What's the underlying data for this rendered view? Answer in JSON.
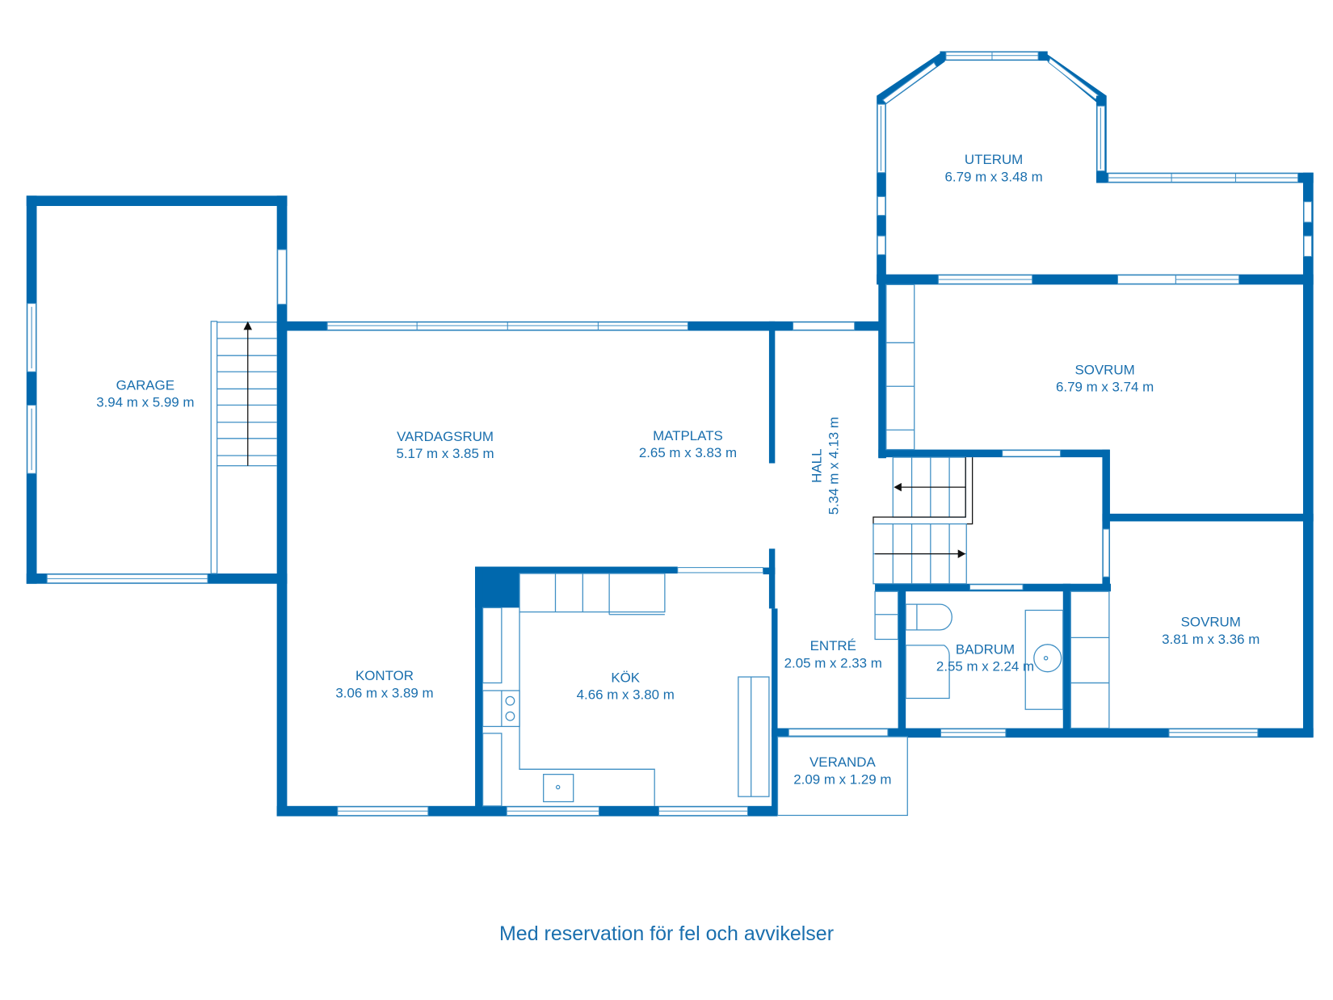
{
  "floorplan": {
    "colors": {
      "wall": "#0068ad",
      "label": "#1a6fae",
      "fixture": "#3f8fc4",
      "background": "#ffffff"
    },
    "rooms": {
      "garage": {
        "name": "GARAGE",
        "dims": "3.94 m x 5.99 m"
      },
      "vardagsrum": {
        "name": "VARDAGSRUM",
        "dims": "5.17 m x 3.85 m"
      },
      "matplats": {
        "name": "MATPLATS",
        "dims": "2.65 m x 3.83 m"
      },
      "hall": {
        "name": "HALL",
        "dims": "5.34 m x 4.13 m"
      },
      "uterum": {
        "name": "UTERUM",
        "dims": "6.79 m x 3.48 m"
      },
      "sovrum1": {
        "name": "SOVRUM",
        "dims": "6.79 m x 3.74 m"
      },
      "sovrum2": {
        "name": "SOVRUM",
        "dims": "3.81 m x 3.36 m"
      },
      "kontor": {
        "name": "KONTOR",
        "dims": "3.06 m x 3.89 m"
      },
      "kok": {
        "name": "KÖK",
        "dims": "4.66 m x 3.80 m"
      },
      "entre": {
        "name": "ENTRÉ",
        "dims": "2.05 m x 2.33 m"
      },
      "badrum": {
        "name": "BADRUM",
        "dims": "2.55 m x 2.24 m"
      },
      "veranda": {
        "name": "VERANDA",
        "dims": "2.09 m x 1.29 m"
      }
    },
    "disclaimer": "Med reservation för fel och avvikelser"
  }
}
